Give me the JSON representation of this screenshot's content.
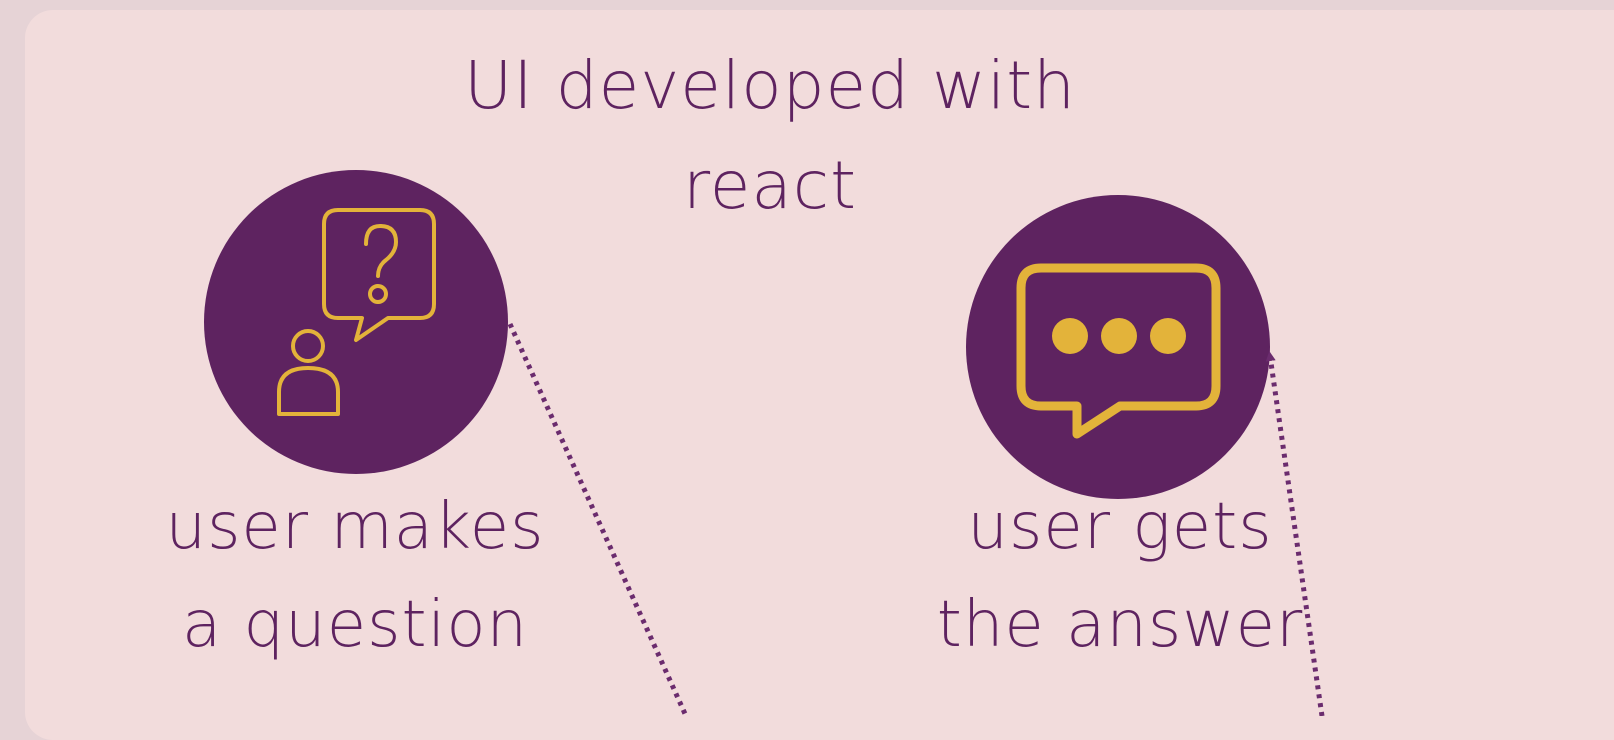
{
  "title": {
    "line1": "UI developed with",
    "line2": "react"
  },
  "left_node": {
    "icon": "user-question-icon",
    "label_line1": "user makes",
    "label_line2": "a question"
  },
  "right_node": {
    "icon": "chat-bubble-ellipsis-icon",
    "label_line1": "user gets",
    "label_line2": "the answer"
  },
  "colors": {
    "background": "#e6d3d6",
    "panel": "#f2dcdc",
    "circle": "#5e2360",
    "icon": "#e3b33a",
    "text": "#5e2360",
    "connector": "#6b2c6e"
  }
}
